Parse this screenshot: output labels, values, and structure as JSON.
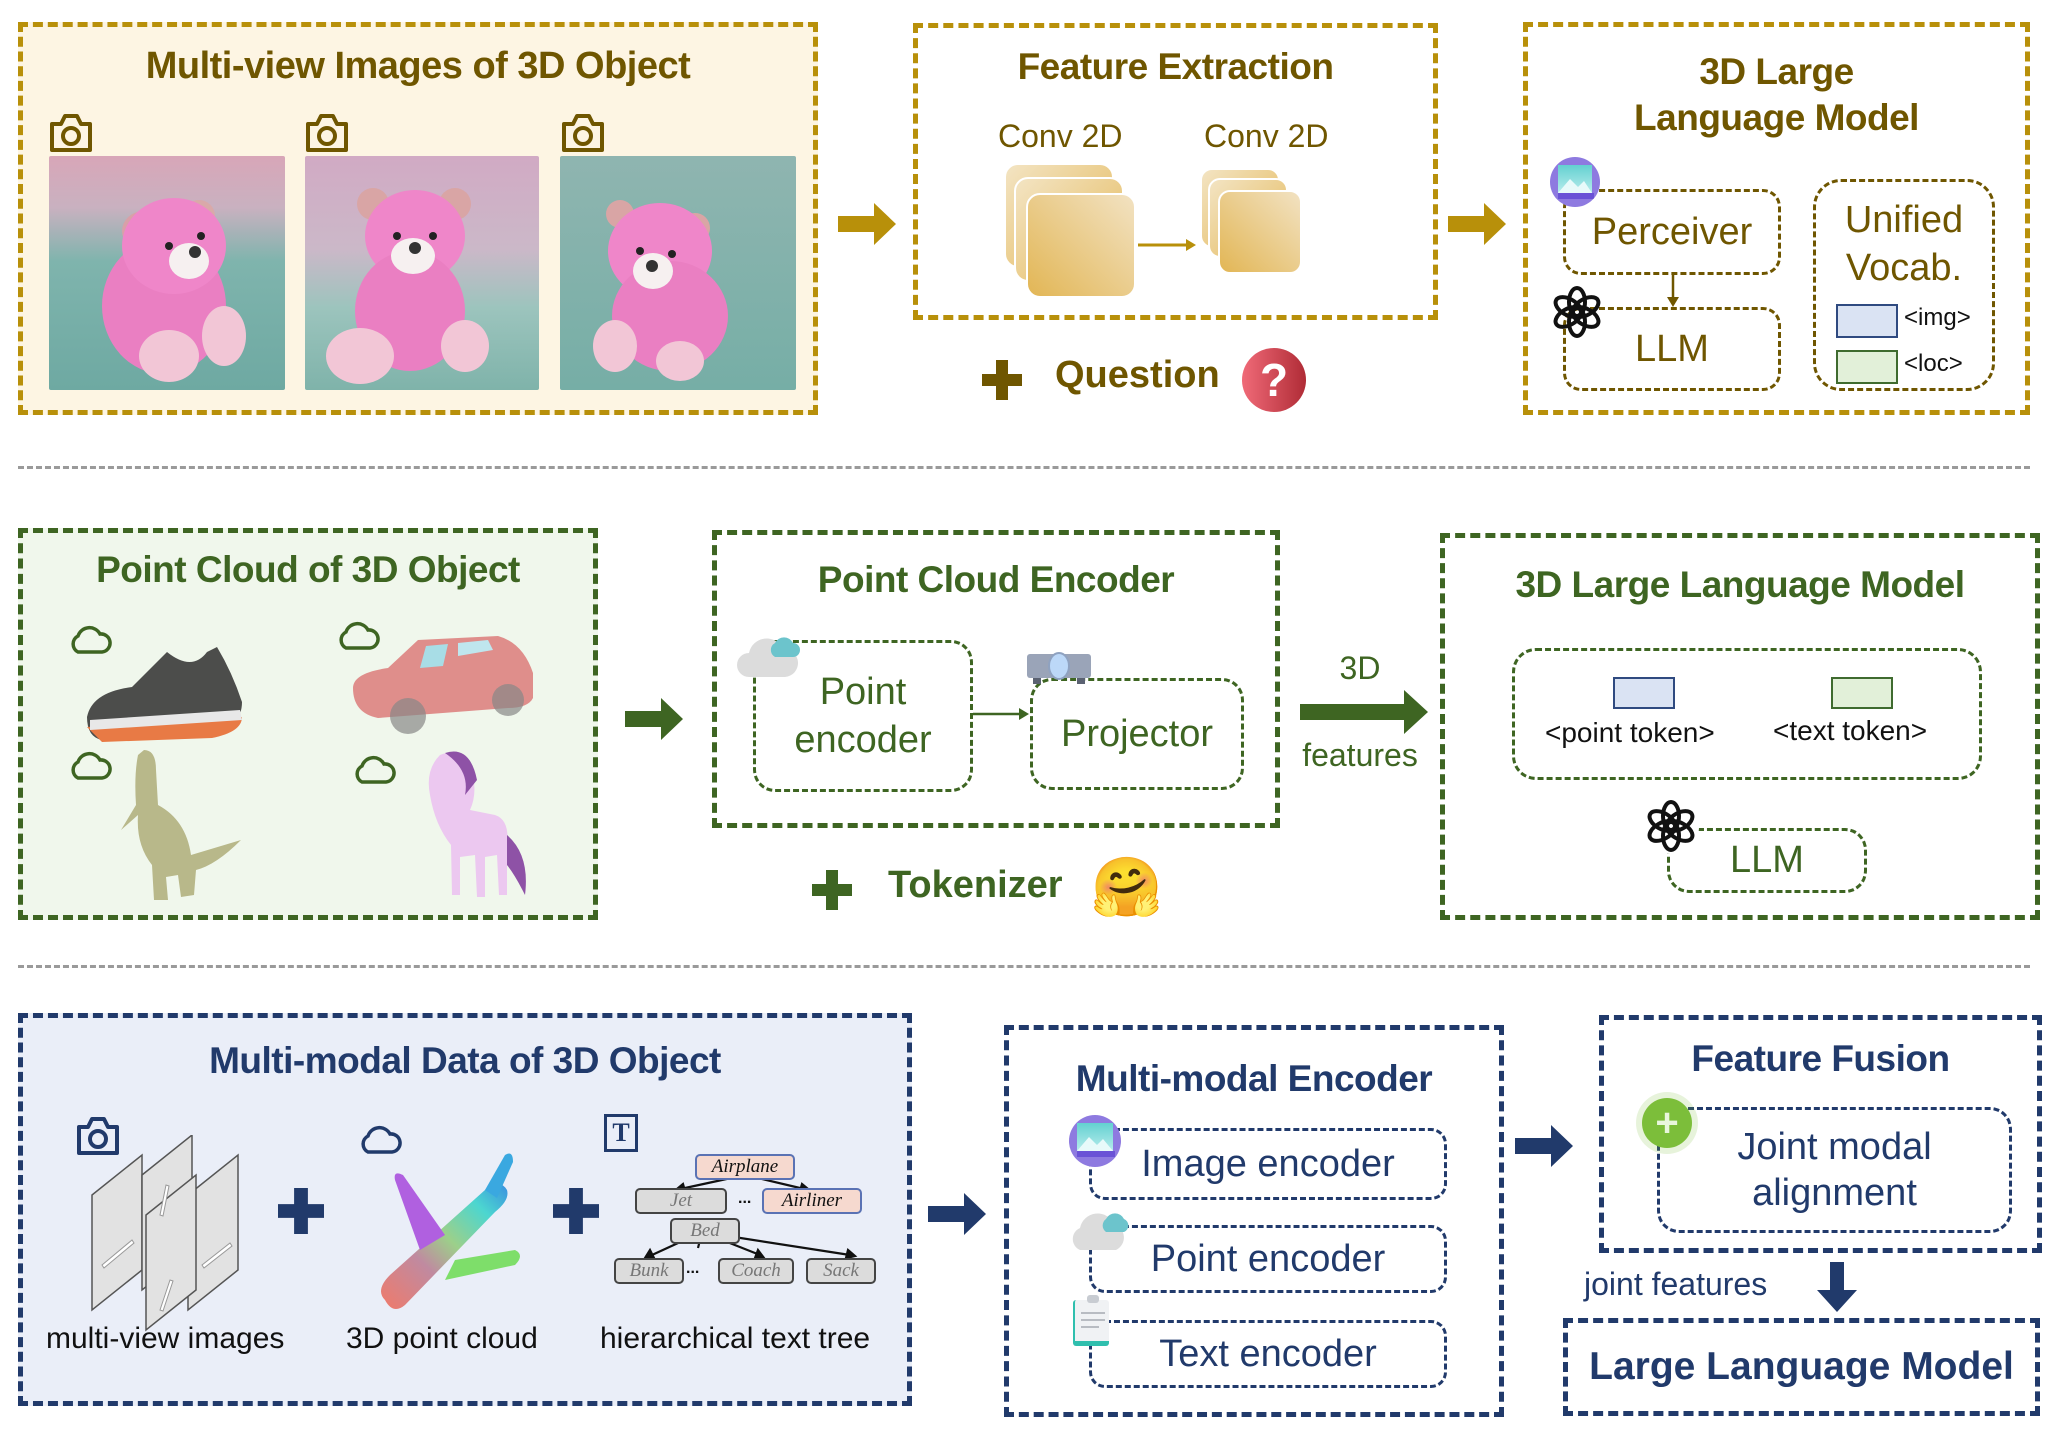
{
  "row1": {
    "multiview": {
      "title": "Multi-view Images of 3D Object",
      "icons": [
        "camera-icon",
        "camera-icon",
        "camera-icon"
      ],
      "images": [
        "teddy-bear-view-1",
        "teddy-bear-view-2",
        "teddy-bear-view-3"
      ]
    },
    "feature_extraction": {
      "title": "Feature Extraction",
      "layer1": "Conv 2D",
      "layer2": "Conv 2D"
    },
    "question": {
      "label": "Question",
      "icon": "question-icon"
    },
    "llm3d": {
      "title_line1": "3D Large",
      "title_line2": "Language Model",
      "perceiver": "Perceiver",
      "llm": "LLM",
      "vocab_line1": "Unified",
      "vocab_line2": "Vocab.",
      "token_img": "<img>",
      "token_loc": "<loc>"
    }
  },
  "row2": {
    "pointcloud": {
      "title": "Point Cloud of 3D Object",
      "objects": [
        "shoe",
        "car",
        "dinosaur",
        "pony"
      ]
    },
    "encoder": {
      "title": "Point Cloud Encoder",
      "point_encoder_line1": "Point",
      "point_encoder_line2": "encoder",
      "projector": "Projector"
    },
    "tokenizer": {
      "label": "Tokenizer",
      "icon": "hugging-face-icon"
    },
    "arrow_label_top": "3D",
    "arrow_label_bottom": "features",
    "llm3d": {
      "title": "3D Large Language Model",
      "point_token": "<point token>",
      "text_token": "<text token>",
      "llm": "LLM"
    }
  },
  "row3": {
    "multimodal_data": {
      "title": "Multi-modal Data of 3D Object",
      "caption_images": "multi-view images",
      "caption_pointcloud": "3D point cloud",
      "caption_tree": "hierarchical text tree",
      "tree": {
        "root1": "Airplane",
        "child1a": "Jet",
        "child1b": "Airliner",
        "root2": "Bed",
        "child2a": "Bunk",
        "child2b": "Coach",
        "child2c": "Sack",
        "ellipsis": "..."
      }
    },
    "encoder": {
      "title": "Multi-modal Encoder",
      "image_encoder": "Image encoder",
      "point_encoder": "Point encoder",
      "text_encoder": "Text encoder"
    },
    "fusion": {
      "title": "Feature Fusion",
      "alignment_line1": "Joint modal",
      "alignment_line2": "alignment"
    },
    "joint_features": "joint features",
    "llm": "Large Language Model"
  },
  "colors": {
    "gold_border": "#B8900A",
    "gold_text": "#6F5600",
    "gold_fill": "#FDF5E3",
    "green": "#3E6522",
    "green_fill": "#F0F7EC",
    "blue": "#213A6B",
    "blue_fill": "#EAEEF8"
  }
}
